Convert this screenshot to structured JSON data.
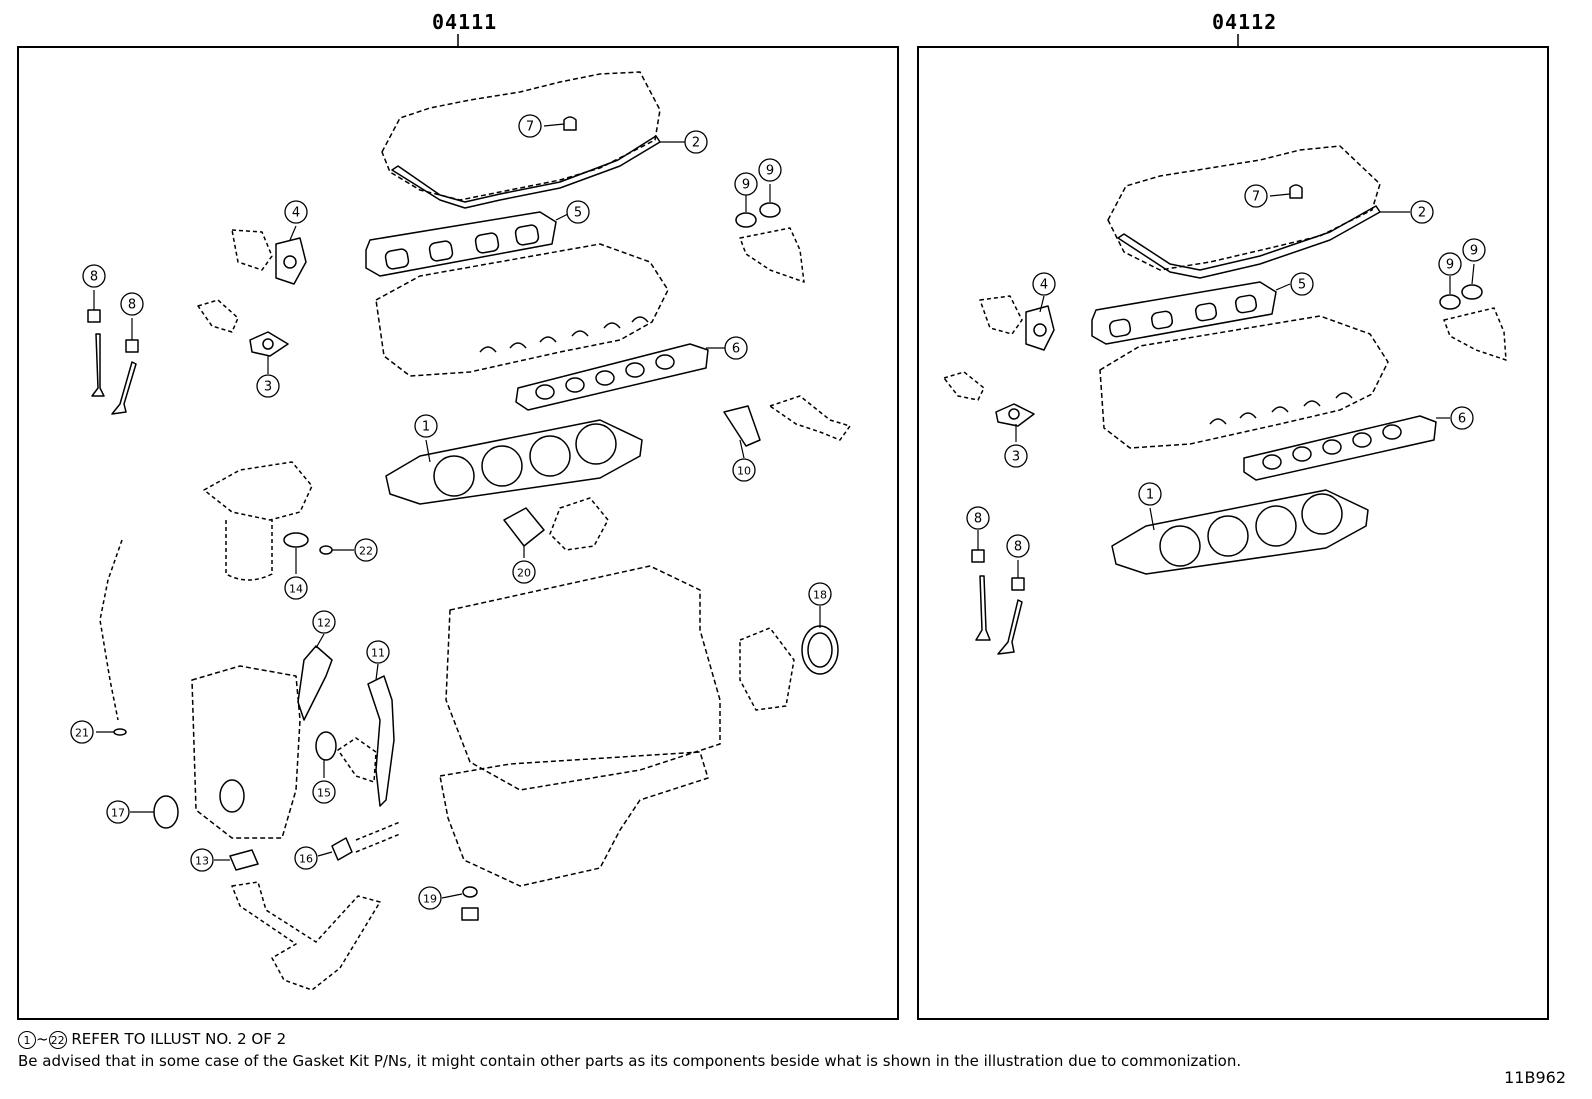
{
  "panels": [
    {
      "kit_number": "04111"
    },
    {
      "kit_number": "04112"
    }
  ],
  "notes": {
    "ref_from": "1",
    "ref_tilde": "~",
    "ref_to": "22",
    "refer_text": "REFER TO ILLUST NO. 2 OF 2",
    "advisory": "Be advised that in some case of the Gasket Kit P/Ns,  it might contain other parts as its components beside what is shown in the illustration due to commonization."
  },
  "figure_code": "11B962",
  "callouts_left": [
    "7",
    "2",
    "4",
    "5",
    "9",
    "9",
    "8",
    "8",
    "3",
    "6",
    "1",
    "10",
    "22",
    "14",
    "20",
    "18",
    "12",
    "11",
    "21",
    "15",
    "17",
    "13",
    "16",
    "19"
  ],
  "callouts_right": [
    "7",
    "2",
    "4",
    "5",
    "9",
    "9",
    "3",
    "6",
    "1",
    "8",
    "8"
  ]
}
